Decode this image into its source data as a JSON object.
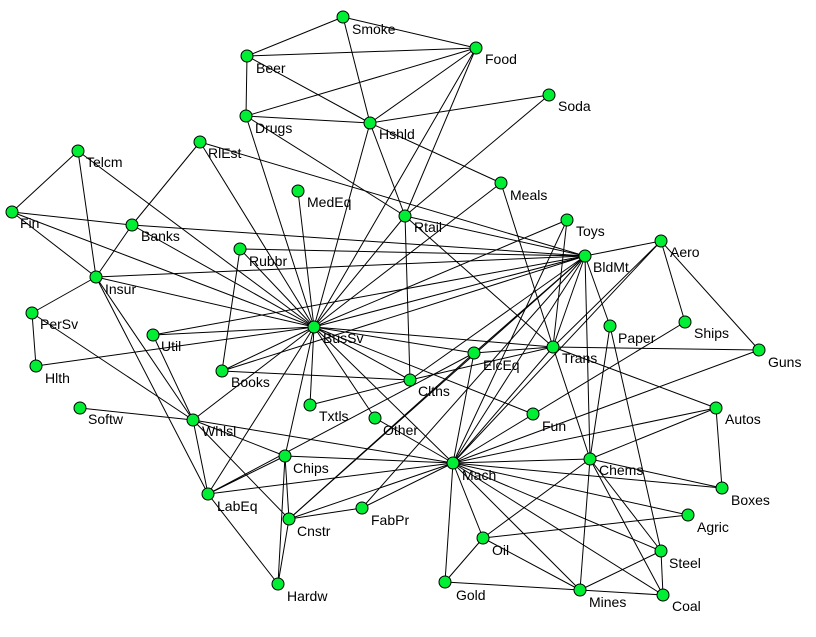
{
  "nodes": [
    {
      "id": "Smoke",
      "label": "Smoke"
    },
    {
      "id": "Food",
      "label": "Food"
    },
    {
      "id": "Beer",
      "label": "Beer"
    },
    {
      "id": "Soda",
      "label": "Soda"
    },
    {
      "id": "Drugs",
      "label": "Drugs"
    },
    {
      "id": "Hshld",
      "label": "Hshld"
    },
    {
      "id": "RlEst",
      "label": "RlEst"
    },
    {
      "id": "Telcm",
      "label": "Telcm"
    },
    {
      "id": "Meals",
      "label": "Meals"
    },
    {
      "id": "MedEq",
      "label": "MedEq"
    },
    {
      "id": "Fin",
      "label": "Fin"
    },
    {
      "id": "Banks",
      "label": "Banks"
    },
    {
      "id": "Rtail",
      "label": "Rtail"
    },
    {
      "id": "Toys",
      "label": "Toys"
    },
    {
      "id": "Rubbr",
      "label": "Rubbr"
    },
    {
      "id": "BldMt",
      "label": "BldMt"
    },
    {
      "id": "Aero",
      "label": "Aero"
    },
    {
      "id": "Insur",
      "label": "Insur"
    },
    {
      "id": "PerSv",
      "label": "PerSv"
    },
    {
      "id": "Ships",
      "label": "Ships"
    },
    {
      "id": "Util",
      "label": "Util"
    },
    {
      "id": "BusSv",
      "label": "BusSv"
    },
    {
      "id": "Paper",
      "label": "Paper"
    },
    {
      "id": "Trans",
      "label": "Trans"
    },
    {
      "id": "ElcEq",
      "label": "ElcEq"
    },
    {
      "id": "Guns",
      "label": "Guns"
    },
    {
      "id": "Hlth",
      "label": "Hlth"
    },
    {
      "id": "Books",
      "label": "Books"
    },
    {
      "id": "Clths",
      "label": "Clths"
    },
    {
      "id": "Softw",
      "label": "Softw"
    },
    {
      "id": "Txtls",
      "label": "Txtls"
    },
    {
      "id": "Autos",
      "label": "Autos"
    },
    {
      "id": "Whlsl",
      "label": "Whlsl"
    },
    {
      "id": "Other",
      "label": "Other"
    },
    {
      "id": "Fun",
      "label": "Fun"
    },
    {
      "id": "Chips",
      "label": "Chips"
    },
    {
      "id": "Mach",
      "label": "Mach"
    },
    {
      "id": "Chems",
      "label": "Chems"
    },
    {
      "id": "Boxes",
      "label": "Boxes"
    },
    {
      "id": "LabEq",
      "label": "LabEq"
    },
    {
      "id": "Agric",
      "label": "Agric"
    },
    {
      "id": "Cnstr",
      "label": "Cnstr"
    },
    {
      "id": "FabPr",
      "label": "FabPr"
    },
    {
      "id": "Oil",
      "label": "Oil"
    },
    {
      "id": "Steel",
      "label": "Steel"
    },
    {
      "id": "Gold",
      "label": "Gold"
    },
    {
      "id": "Hardw",
      "label": "Hardw"
    },
    {
      "id": "Mines",
      "label": "Mines"
    },
    {
      "id": "Coal",
      "label": "Coal"
    }
  ],
  "edges": [
    [
      "Smoke",
      "Food"
    ],
    [
      "Smoke",
      "Beer"
    ],
    [
      "Smoke",
      "Hshld"
    ],
    [
      "Beer",
      "Food"
    ],
    [
      "Beer",
      "Drugs"
    ],
    [
      "Beer",
      "Hshld"
    ],
    [
      "Food",
      "Drugs"
    ],
    [
      "Food",
      "Hshld"
    ],
    [
      "Food",
      "Rtail"
    ],
    [
      "Food",
      "BusSv"
    ],
    [
      "Soda",
      "Hshld"
    ],
    [
      "Soda",
      "Rtail"
    ],
    [
      "Drugs",
      "Hshld"
    ],
    [
      "Drugs",
      "BusSv"
    ],
    [
      "Drugs",
      "Rtail"
    ],
    [
      "Hshld",
      "Rtail"
    ],
    [
      "Hshld",
      "Meals"
    ],
    [
      "Hshld",
      "BusSv"
    ],
    [
      "RlEst",
      "BldMt"
    ],
    [
      "RlEst",
      "Banks"
    ],
    [
      "RlEst",
      "BusSv"
    ],
    [
      "Telcm",
      "Fin"
    ],
    [
      "Telcm",
      "Insur"
    ],
    [
      "Telcm",
      "BusSv"
    ],
    [
      "Meals",
      "BusSv"
    ],
    [
      "Meals",
      "Trans"
    ],
    [
      "MedEq",
      "BusSv"
    ],
    [
      "Fin",
      "Banks"
    ],
    [
      "Fin",
      "Insur"
    ],
    [
      "Fin",
      "BusSv"
    ],
    [
      "Banks",
      "Insur"
    ],
    [
      "Banks",
      "BldMt"
    ],
    [
      "Banks",
      "BusSv"
    ],
    [
      "Rtail",
      "BusSv"
    ],
    [
      "Rtail",
      "Clths"
    ],
    [
      "Rtail",
      "Trans"
    ],
    [
      "Rtail",
      "BldMt"
    ],
    [
      "Toys",
      "BusSv"
    ],
    [
      "Toys",
      "Mach"
    ],
    [
      "Toys",
      "Trans"
    ],
    [
      "Rubbr",
      "BusSv"
    ],
    [
      "Rubbr",
      "Books"
    ],
    [
      "Rubbr",
      "BldMt"
    ],
    [
      "BldMt",
      "Aero"
    ],
    [
      "BldMt",
      "BusSv"
    ],
    [
      "BldMt",
      "Insur"
    ],
    [
      "BldMt",
      "Trans"
    ],
    [
      "BldMt",
      "Mach"
    ],
    [
      "BldMt",
      "ElcEq"
    ],
    [
      "BldMt",
      "Paper"
    ],
    [
      "BldMt",
      "Clths"
    ],
    [
      "BldMt",
      "FabPr"
    ],
    [
      "BldMt",
      "Chems"
    ],
    [
      "BldMt",
      "Books"
    ],
    [
      "BldMt",
      "Cnstr"
    ],
    [
      "BldMt",
      "Util"
    ],
    [
      "Aero",
      "Ships"
    ],
    [
      "Aero",
      "Guns"
    ],
    [
      "Aero",
      "Trans"
    ],
    [
      "Aero",
      "Mach"
    ],
    [
      "Insur",
      "BusSv"
    ],
    [
      "Insur",
      "PerSv"
    ],
    [
      "Insur",
      "Whlsl"
    ],
    [
      "Insur",
      "LabEq"
    ],
    [
      "PerSv",
      "Hlth"
    ],
    [
      "PerSv",
      "Whlsl"
    ],
    [
      "Ships",
      "Mach"
    ],
    [
      "Util",
      "BusSv"
    ],
    [
      "Util",
      "Whlsl"
    ],
    [
      "BusSv",
      "Hlth"
    ],
    [
      "BusSv",
      "Books"
    ],
    [
      "BusSv",
      "Trans"
    ],
    [
      "BusSv",
      "ElcEq"
    ],
    [
      "BusSv",
      "Clths"
    ],
    [
      "BusSv",
      "Txtls"
    ],
    [
      "BusSv",
      "Whlsl"
    ],
    [
      "BusSv",
      "Other"
    ],
    [
      "BusSv",
      "Fun"
    ],
    [
      "BusSv",
      "Mach"
    ],
    [
      "BusSv",
      "Chips"
    ],
    [
      "BusSv",
      "LabEq"
    ],
    [
      "Trans",
      "Guns"
    ],
    [
      "Trans",
      "ElcEq"
    ],
    [
      "Trans",
      "Chems"
    ],
    [
      "Trans",
      "Mach"
    ],
    [
      "Trans",
      "Autos"
    ],
    [
      "Trans",
      "Clths"
    ],
    [
      "Paper",
      "Chems"
    ],
    [
      "Paper",
      "Steel"
    ],
    [
      "ElcEq",
      "Mach"
    ],
    [
      "ElcEq",
      "Cnstr"
    ],
    [
      "ElcEq",
      "LabEq"
    ],
    [
      "Guns",
      "Mach"
    ],
    [
      "Books",
      "Clths"
    ],
    [
      "Clths",
      "Txtls"
    ],
    [
      "Softw",
      "Whlsl"
    ],
    [
      "Whlsl",
      "Chips"
    ],
    [
      "Whlsl",
      "LabEq"
    ],
    [
      "Whlsl",
      "Mach"
    ],
    [
      "Whlsl",
      "Cnstr"
    ],
    [
      "Other",
      "Mach"
    ],
    [
      "Chips",
      "Mach"
    ],
    [
      "Chips",
      "Cnstr"
    ],
    [
      "Chips",
      "Hardw"
    ],
    [
      "Chips",
      "LabEq"
    ],
    [
      "Mach",
      "Chems"
    ],
    [
      "Mach",
      "Boxes"
    ],
    [
      "Mach",
      "Agric"
    ],
    [
      "Mach",
      "Steel"
    ],
    [
      "Mach",
      "Oil"
    ],
    [
      "Mach",
      "Gold"
    ],
    [
      "Mach",
      "Mines"
    ],
    [
      "Mach",
      "Coal"
    ],
    [
      "Mach",
      "FabPr"
    ],
    [
      "Mach",
      "Cnstr"
    ],
    [
      "Mach",
      "Autos"
    ],
    [
      "Mach",
      "LabEq"
    ],
    [
      "Chems",
      "Boxes"
    ],
    [
      "Chems",
      "Steel"
    ],
    [
      "Chems",
      "Coal"
    ],
    [
      "Chems",
      "Autos"
    ],
    [
      "Chems",
      "Mines"
    ],
    [
      "Chems",
      "Oil"
    ],
    [
      "Autos",
      "Boxes"
    ],
    [
      "LabEq",
      "Hardw"
    ],
    [
      "Cnstr",
      "FabPr"
    ],
    [
      "Cnstr",
      "Hardw"
    ],
    [
      "Oil",
      "Agric"
    ],
    [
      "Oil",
      "Gold"
    ],
    [
      "Oil",
      "Mines"
    ],
    [
      "Steel",
      "Mines"
    ],
    [
      "Steel",
      "Coal"
    ],
    [
      "Gold",
      "Mines"
    ],
    [
      "Mines",
      "Coal"
    ]
  ]
}
